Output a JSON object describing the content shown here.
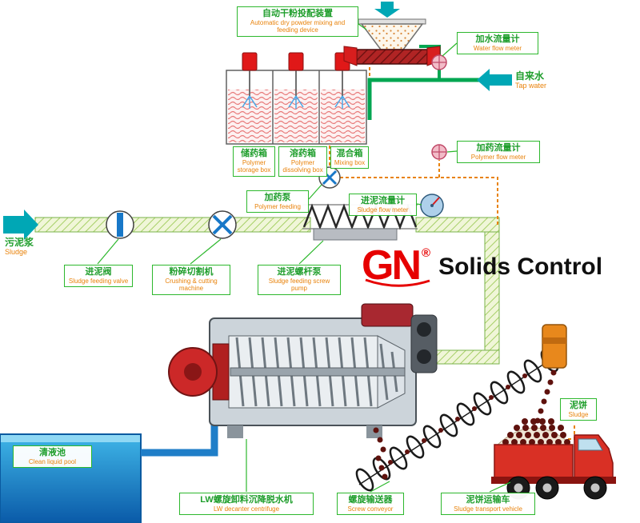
{
  "brand": {
    "gn": "GN",
    "registered": "®",
    "name": "Solids Control"
  },
  "colors": {
    "label_border_green": "#2db82d",
    "label_text_green": "#1f9e2c",
    "label_text_orange": "#e8820a",
    "teal_arrow": "#00a7b5",
    "water_pipe_green": "#00a651",
    "dashed_polymer_orange": "#e8820a",
    "pipe_hatch_green": "#a6cf66",
    "machine_red": "#d81e1e",
    "brand_red": "#e60000",
    "brand_black": "#101010",
    "pool_blue_top": "#3fb6e8",
    "pool_blue_bottom": "#0a5aa8",
    "clean_pipe_blue": "#1f7ec8",
    "truck_red": "#d93025",
    "sludge_cake_darkred": "#5f120e",
    "conveyor_black": "#1a1a1a",
    "conveyor_motor_orange": "#e8881c"
  },
  "labels": {
    "dry_powder": {
      "zh": "自动干粉投配装置",
      "en": "Automatic dry powder mixing and feeding device"
    },
    "water_flow_meter": {
      "zh": "加水流量计",
      "en": "Water flow meter"
    },
    "tap_water": {
      "zh": "自来水",
      "en": "Tap water"
    },
    "polymer_storage": {
      "zh": "储药箱",
      "en": "Polymer storage box"
    },
    "polymer_dissolving": {
      "zh": "溶药箱",
      "en": "Polymer dissolving box"
    },
    "mixing_box": {
      "zh": "混合箱",
      "en": "Mixing box"
    },
    "polymer_flow_meter": {
      "zh": "加药流量计",
      "en": "Polymer flow meter"
    },
    "polymer_feeding": {
      "zh": "加药泵",
      "en": "Polymer feeding"
    },
    "sludge_flow_meter": {
      "zh": "进泥流量计",
      "en": "Sludge flow meter"
    },
    "sludge_in": {
      "zh": "污泥浆",
      "en": "Sludge"
    },
    "sludge_feeding_valve": {
      "zh": "进泥阀",
      "en": "Sludge feeding valve"
    },
    "crushing_machine": {
      "zh": "粉碎切割机",
      "en": "Crushing & cutting machine"
    },
    "screw_pump": {
      "zh": "进泥螺杆泵",
      "en": "Sludge feeding screw pump"
    },
    "decanter": {
      "zh": "LW螺旋卸料沉降脱水机",
      "en": "LW decanter centrifuge"
    },
    "clean_pool": {
      "zh": "清液池",
      "en": "Clean liquid pool"
    },
    "screw_conveyor": {
      "zh": "螺旋输送器",
      "en": "Screw conveyor"
    },
    "sludge_cake": {
      "zh": "泥饼",
      "en": "Sludge"
    },
    "transport_vehicle": {
      "zh": "泥饼运输车",
      "en": "Sludge transport vehicle"
    }
  }
}
